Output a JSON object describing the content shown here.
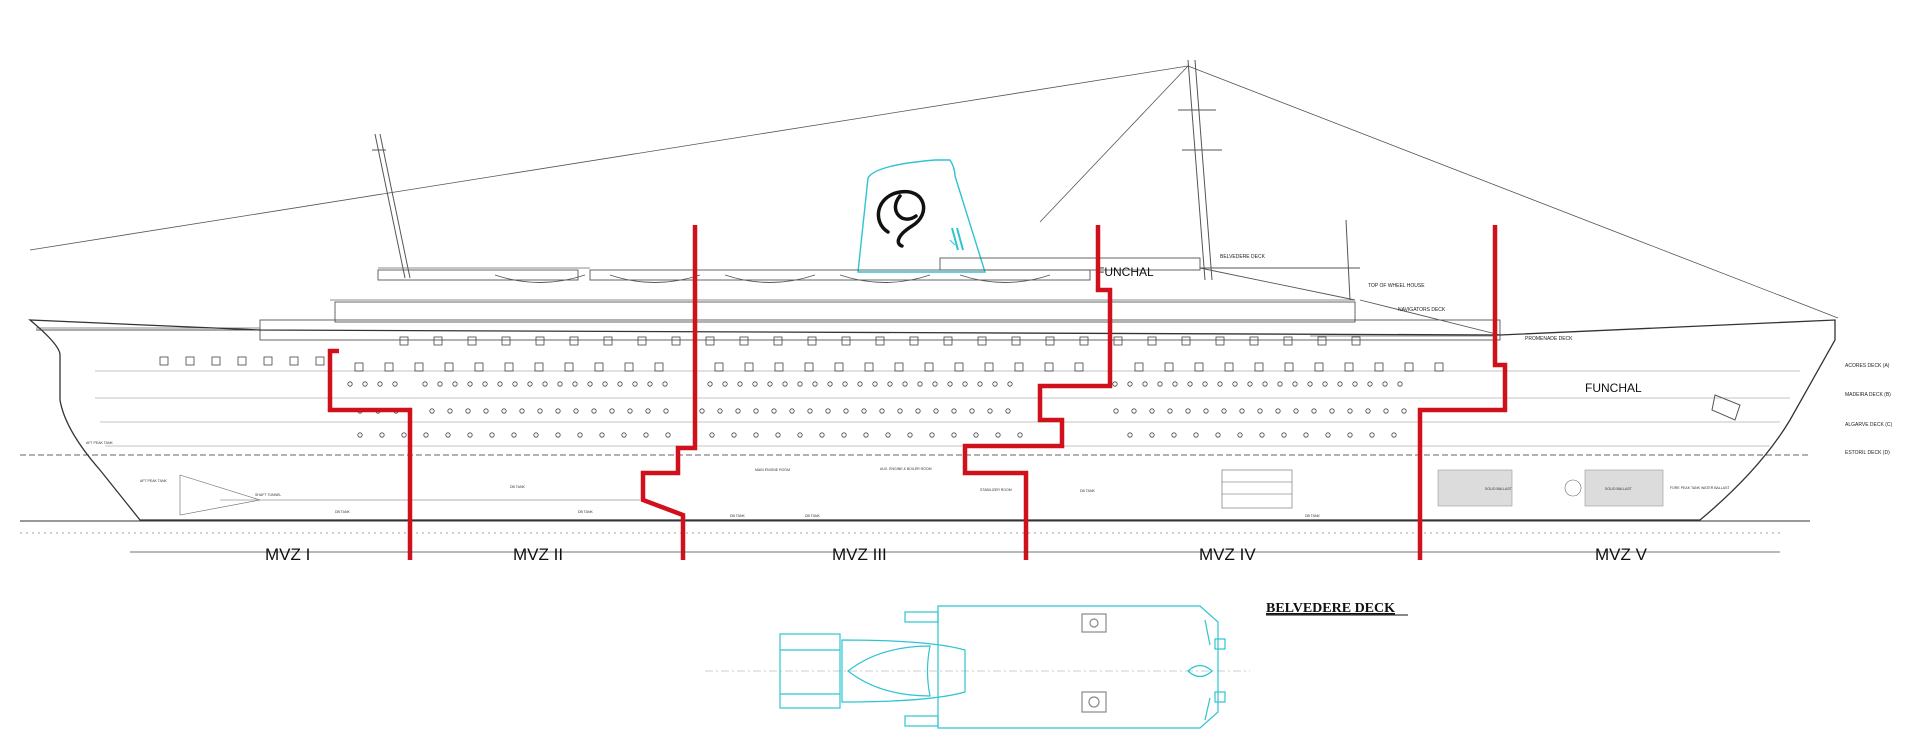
{
  "ship": {
    "name_funnel": "FUNCHAL",
    "name_hull": "FUNCHAL"
  },
  "decks": [
    "BELVEDERE DECK",
    "TOP OF WHEEL HOUSE",
    "NAVIGATORS DECK",
    "PROMENADE DECK",
    "ACORES DECK (A)",
    "MADEIRA DECK (B)",
    "ALGARVE DECK (C)",
    "ESTORIL DECK (D)"
  ],
  "rooms": [
    "AFT PEAK TANK",
    "AFT PEAK TANK",
    "SHAFT TUNNEL",
    "DB TANK",
    "DB TANK",
    "DB TANK",
    "DB TANK",
    "DB TANK",
    "MAIN ENGINE ROOM",
    "AUX. ENGINE & BOILER ROOM",
    "STABILIZER ROOM",
    "DB TANK",
    "DB TANK",
    "SOLID BALLAST",
    "SOLID BALLAST",
    "FORE PEAK TANK WATER BALLAST"
  ],
  "zones": [
    "MVZ I",
    "MVZ II",
    "MVZ III",
    "MVZ IV",
    "MVZ V"
  ],
  "plan_title": "BELVEDERE DECK",
  "colors": {
    "fire_boundary": "#d0111b",
    "outline": "#444444",
    "cyan_detail": "#2ec4d0",
    "background": "#ffffff"
  }
}
